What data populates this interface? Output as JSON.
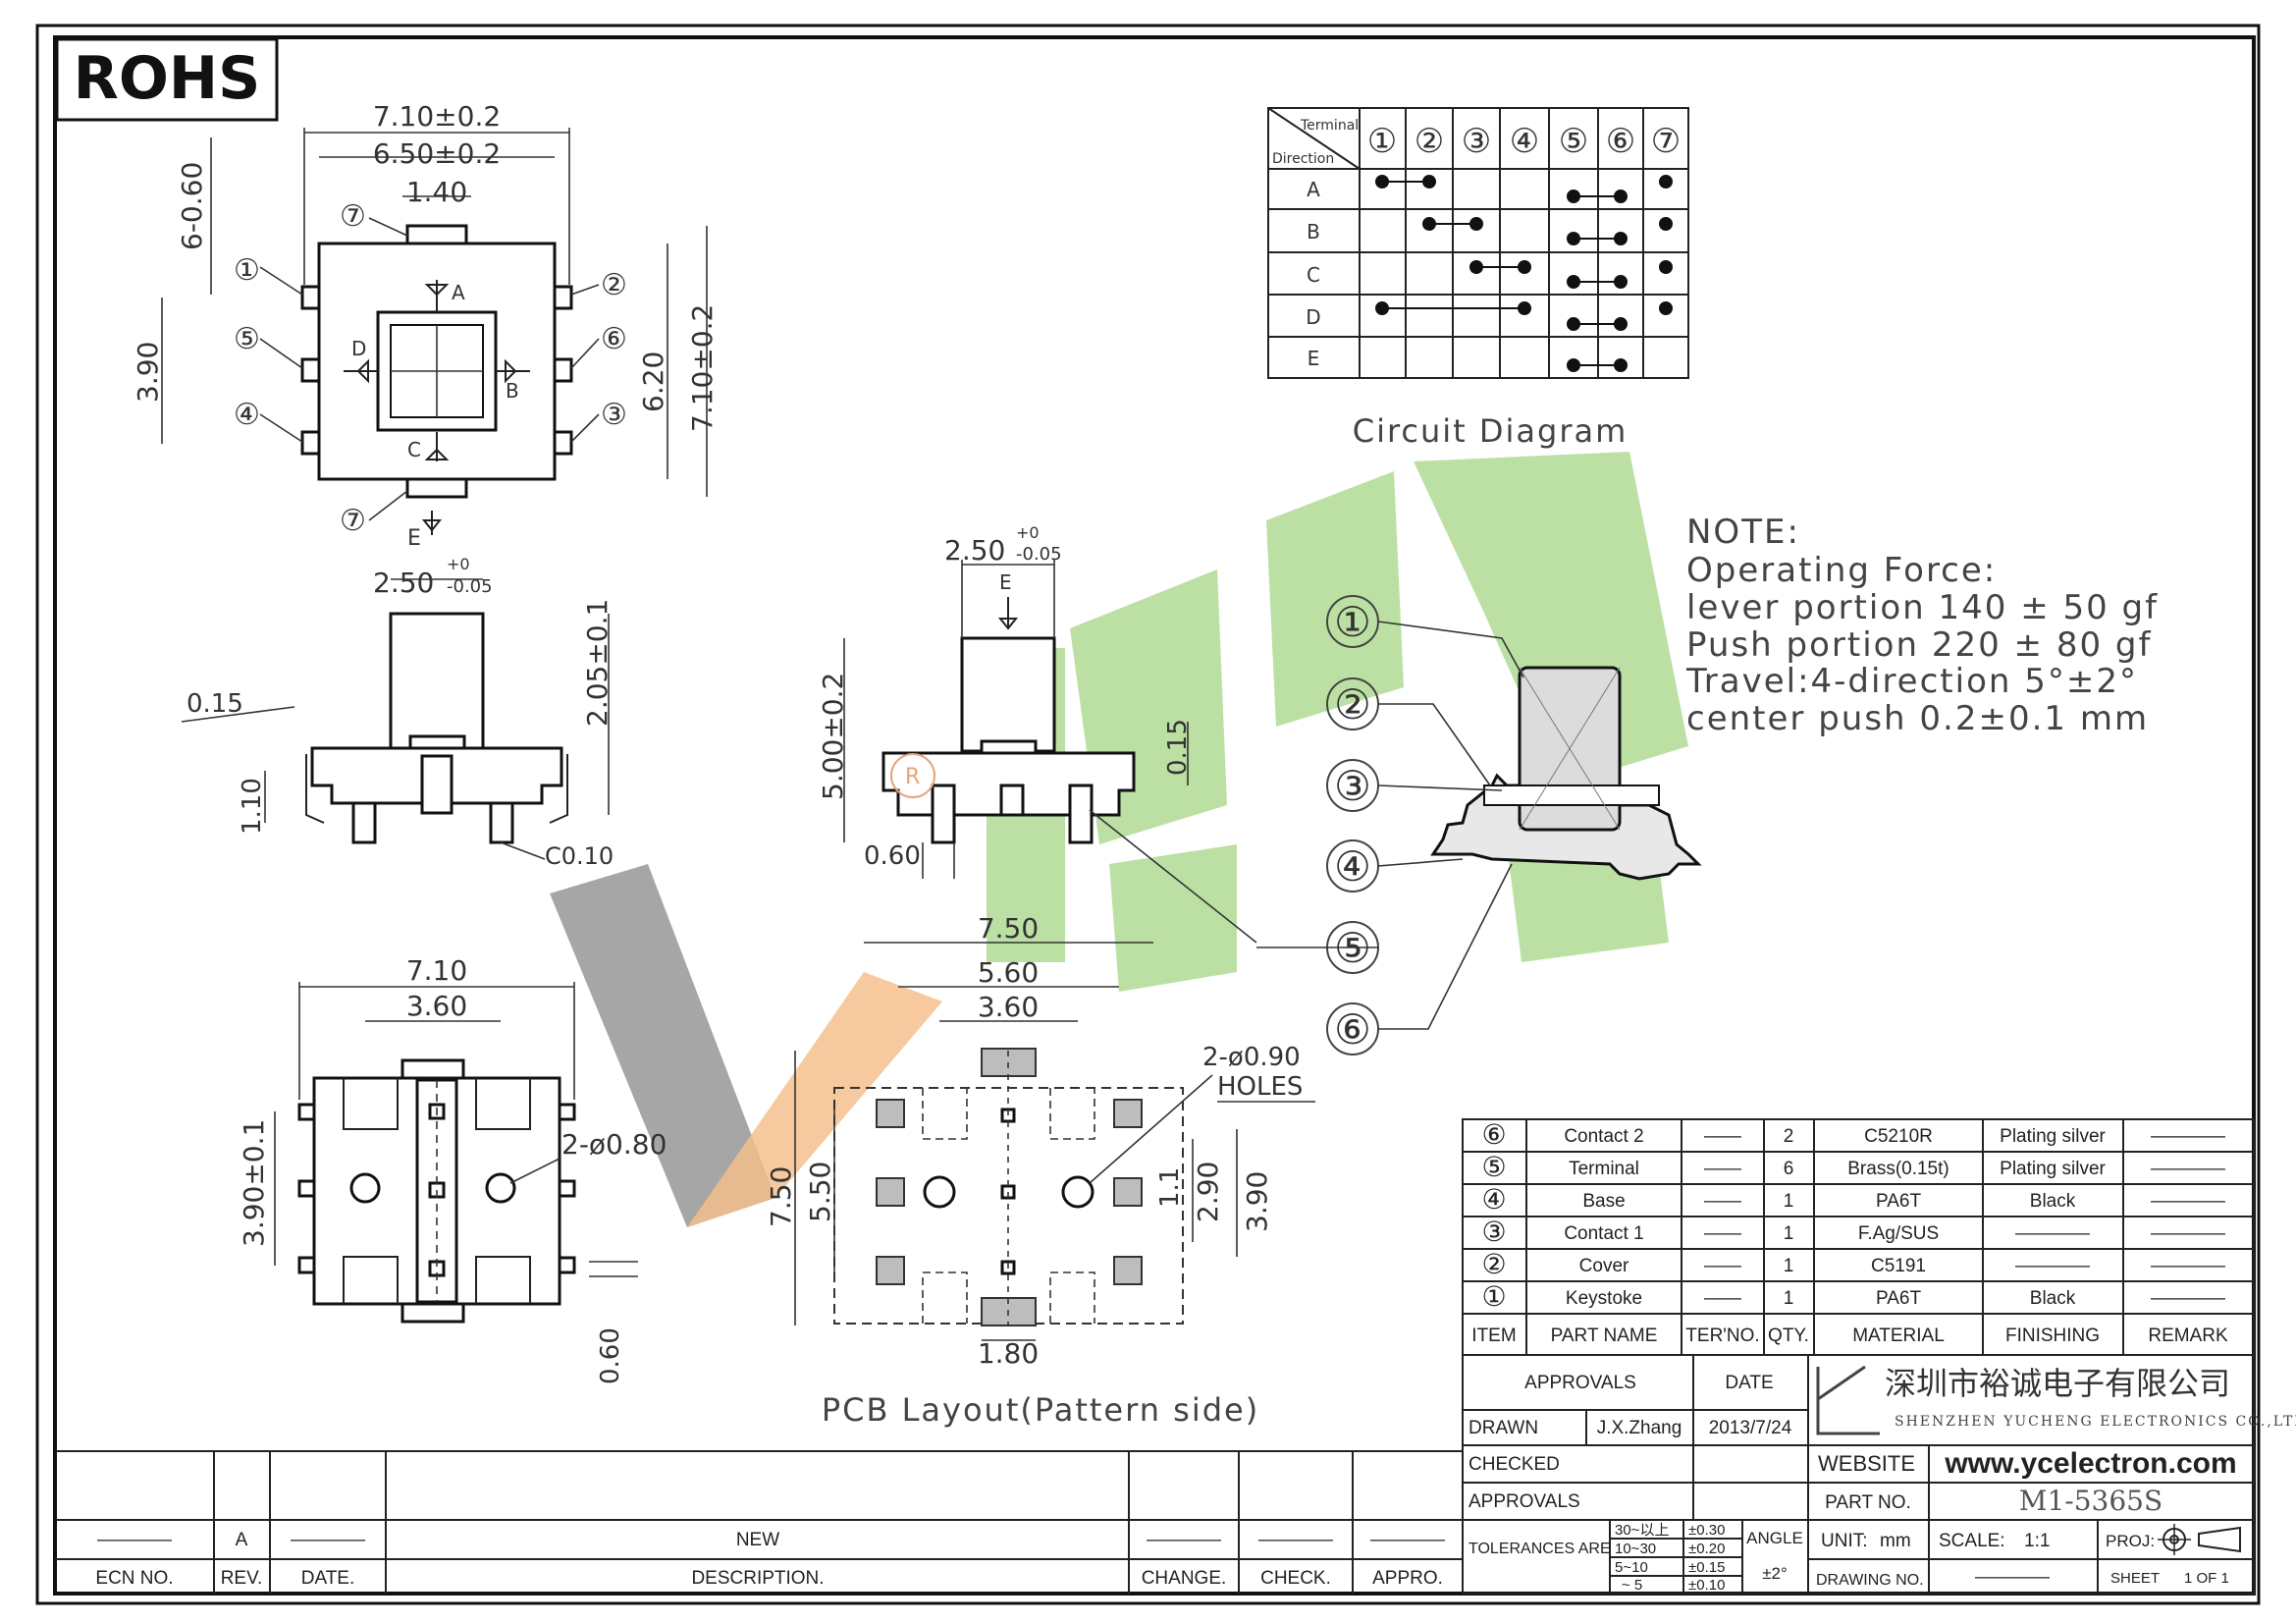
{
  "rohs_mark": "ROHS",
  "watermark": {
    "glyphs": "裕诚",
    "green": "#b5dd9a",
    "grey": "#9c9c9c",
    "orange": "#f2b77f"
  },
  "top_view": {
    "dims": [
      "7.10±0.2",
      "6.50±0.2",
      "1.40",
      "6-0.60",
      "3.90",
      "6.20",
      "7.10±0.2"
    ],
    "terminals": [
      "①",
      "②",
      "③",
      "④",
      "⑤",
      "⑥",
      "⑦",
      "⑦"
    ],
    "directions": [
      "A",
      "B",
      "C",
      "D",
      "E"
    ]
  },
  "front_view": {
    "dims": [
      "2.50",
      "+0",
      "-0.05",
      "2.05±0.1",
      "0.15",
      "1.10",
      "C0.10"
    ]
  },
  "side_view": {
    "dims": [
      "2.50",
      "+0",
      "-0.05",
      "E",
      "5.00±0.2",
      "0.15",
      "0.60"
    ],
    "terminal_label": "R"
  },
  "bottom_view": {
    "dims": [
      "7.10",
      "3.60",
      "3.90±0.1",
      "2-ø0.80",
      "0.60"
    ]
  },
  "pcb_layout": {
    "dims": [
      "7.50",
      "5.60",
      "3.60",
      "2-ø0.90",
      "HOLES",
      "7.50",
      "5.50",
      "2.90",
      "3.90",
      "1.1",
      "1.80"
    ],
    "caption": "PCB Layout(Pattern side)"
  },
  "circuit": {
    "header_terminal": "Terminal",
    "header_direction": "Direction",
    "terminals": [
      "①",
      "②",
      "③",
      "④",
      "⑤",
      "⑥",
      "⑦"
    ],
    "rows": [
      "A",
      "B",
      "C",
      "D",
      "E"
    ],
    "caption": "Circuit Diagram"
  },
  "notes": {
    "lines": [
      "NOTE:",
      "Operating Force:",
      "lever portion 140 ± 50 gf",
      "Push portion 220 ± 80 gf",
      "Travel:4-direction 5°±2°",
      "center push 0.2±0.1 mm"
    ]
  },
  "section_callouts": [
    "①",
    "②",
    "③",
    "④",
    "⑤",
    "⑥"
  ],
  "bom": {
    "rows": [
      {
        "item": "⑥",
        "name": "Contact 2",
        "ter": "——",
        "qty": "2",
        "material": "C5210R",
        "finishing": "Plating silver",
        "remark": "————"
      },
      {
        "item": "⑤",
        "name": "Terminal",
        "ter": "——",
        "qty": "6",
        "material": "Brass(0.15t)",
        "finishing": "Plating silver",
        "remark": "————"
      },
      {
        "item": "④",
        "name": "Base",
        "ter": "——",
        "qty": "1",
        "material": "PA6T",
        "finishing": "Black",
        "remark": "————"
      },
      {
        "item": "③",
        "name": "Contact 1",
        "ter": "——",
        "qty": "1",
        "material": "F.Ag/SUS",
        "finishing": "————",
        "remark": "————"
      },
      {
        "item": "②",
        "name": "Cover",
        "ter": "——",
        "qty": "1",
        "material": "C5191",
        "finishing": "————",
        "remark": "————"
      },
      {
        "item": "①",
        "name": "Keystoke",
        "ter": "——",
        "qty": "1",
        "material": "PA6T",
        "finishing": "Black",
        "remark": "————"
      }
    ],
    "headers": [
      "ITEM",
      "PART NAME",
      "TER'NO.",
      "QTY.",
      "MATERIAL",
      "FINISHING",
      "REMARK"
    ]
  },
  "title_block": {
    "approvals": "APPROVALS",
    "date": "DATE",
    "drawn": "DRAWN",
    "drawn_by": "J.X.Zhang",
    "drawn_date": "2013/7/24",
    "checked": "CHECKED",
    "approvals2": "APPROVALS",
    "company_cn": "深圳市裕诚电子有限公司",
    "company_en": "SHENZHEN YUCHENG ELECTRONICS CO.,LTD",
    "website_label": "WEBSITE",
    "website": "www.ycelectron.com",
    "part_no_label": "PART NO.",
    "part_no": "M1-5365S",
    "tolerances_label": "TOLERANCES ARE",
    "tol_ranges": [
      "30~以上",
      "10~30",
      "5~10",
      "~ 5"
    ],
    "tol_values": [
      "±0.30",
      "±0.20",
      "±0.15",
      "±0.10"
    ],
    "angle_label": "ANGLE",
    "angle_value": "±2°",
    "unit_label": "UNIT:",
    "unit": "mm",
    "scale_label": "SCALE:",
    "scale": "1:1",
    "proj_label": "PROJ:",
    "drawing_no_label": "DRAWING NO.",
    "drawing_no": "————",
    "sheet_label": "SHEET",
    "sheet": "1 OF 1"
  },
  "revision_block": {
    "rev": "A",
    "ecn_dash": "————",
    "date_dash": "————",
    "description": "NEW",
    "change_dash": "————",
    "check_dash": "————",
    "appro_dash": "————",
    "headers": [
      "ECN NO.",
      "REV.",
      "DATE.",
      "DESCRIPTION.",
      "CHANGE.",
      "CHECK.",
      "APPRO."
    ]
  }
}
